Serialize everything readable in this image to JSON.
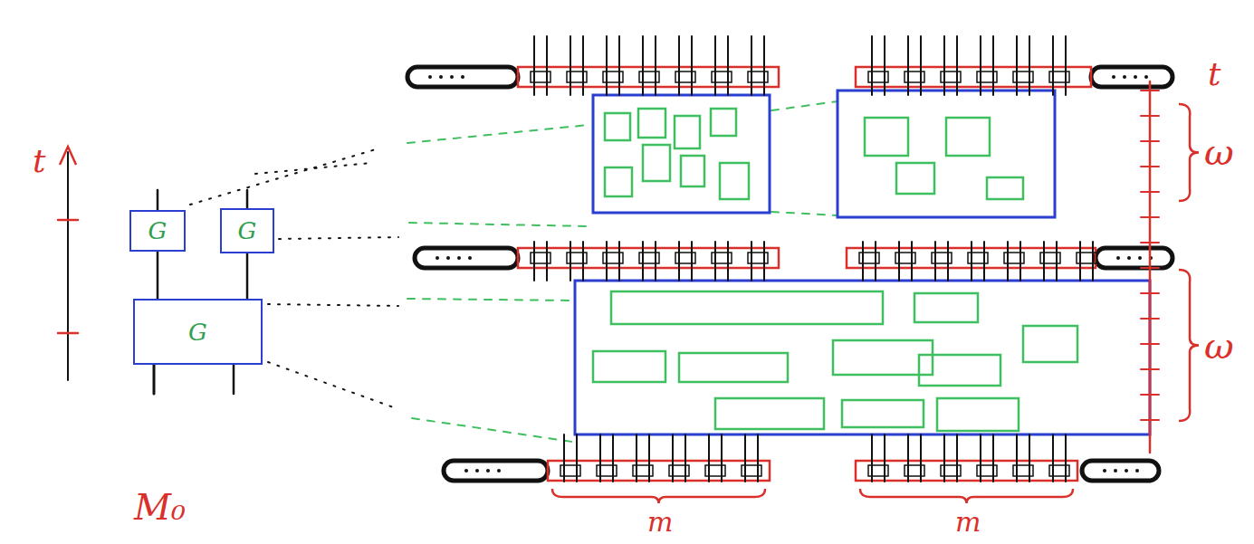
{
  "diagram": {
    "nodes": [
      {
        "text": [
          "G"
        ]
      },
      {
        "text": [
          "G"
        ]
      },
      {
        "text": [
          "G"
        ]
      }
    ],
    "edges": [
      {
        "from": 2,
        "to": 0,
        "arrow": "none"
      },
      {
        "from": 2,
        "to": 1,
        "arrow": "none"
      }
    ],
    "labels": [
      "t",
      "M₀",
      "t",
      "ω",
      "ω",
      "m",
      "m"
    ]
  }
}
